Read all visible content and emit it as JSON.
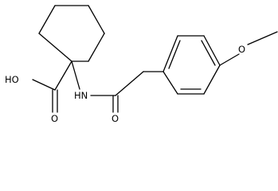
{
  "molecule": {
    "atom_labels": {
      "hydroxyl": "HO",
      "amide_nh": "HN",
      "carbonyl_o_acid": "O",
      "carbonyl_o_amide": "O",
      "methoxy_o": "O"
    }
  }
}
